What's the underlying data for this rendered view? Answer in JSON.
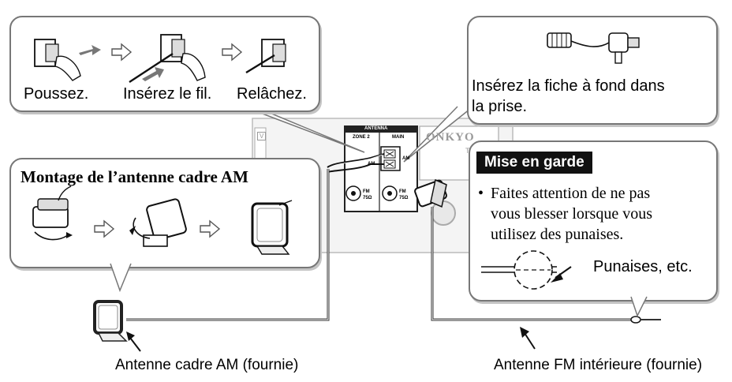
{
  "steps": {
    "push": "Poussez.",
    "insert": "Insérez le fil.",
    "release": "Relâchez."
  },
  "fm_plug_note": {
    "line1": "Insérez la fiche à fond dans",
    "line2": "la prise."
  },
  "am_assembly": {
    "title": "Montage de l’antenne cadre AM"
  },
  "caution": {
    "title": "Mise en garde",
    "bullet": "•",
    "line1": "Faites attention de ne pas",
    "line2": "vous blesser lorsque vous",
    "line3": "utilisez des punaises.",
    "pins_label": "Punaises, etc."
  },
  "panel": {
    "antenna": "ANTENNA",
    "zone2": "ZONE 2",
    "main": "MAIN",
    "am": "AM",
    "fm": "FM",
    "ohm": "75Ω",
    "brand": "ONKYO",
    "model": "TX-",
    "v_mark": "V"
  },
  "captions": {
    "am_antenna": "Antenne cadre AM (fournie)",
    "fm_antenna": "Antenne FM intérieure (fournie)"
  }
}
